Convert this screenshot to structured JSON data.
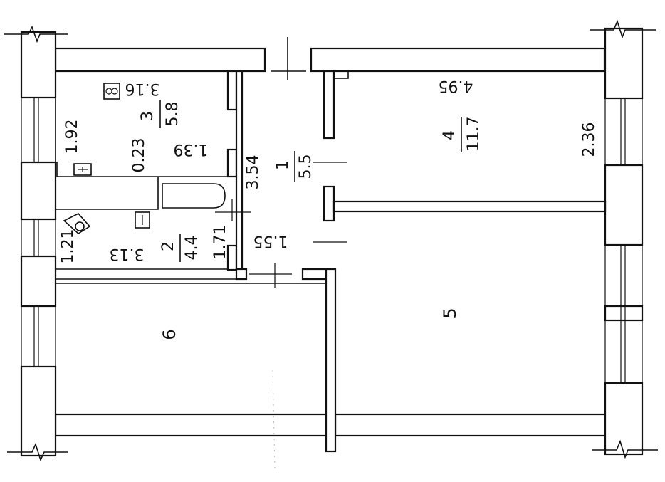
{
  "rooms": [
    {
      "number": "1",
      "area": "5.5"
    },
    {
      "number": "2",
      "area": "4.4"
    },
    {
      "number": "3",
      "area": "5.8"
    },
    {
      "number": "4",
      "area": "11.7"
    },
    {
      "number": "5"
    },
    {
      "number": "6"
    }
  ],
  "dimensions": {
    "room3_top": "3.16",
    "room3_side": "1.92",
    "room3_inner": "0.23",
    "room3_bottom": "1.39",
    "corridor_height": "3.54",
    "corridor_width": "1.55",
    "room2_left": "1.21",
    "room2_width": "3.13",
    "room2_right": "1.71",
    "room4_top": "4.95",
    "room4_side": "2.36"
  },
  "icons": [
    "ventilation-icon",
    "toilet-icon",
    "bathtub-icon",
    "outlet-icon"
  ]
}
